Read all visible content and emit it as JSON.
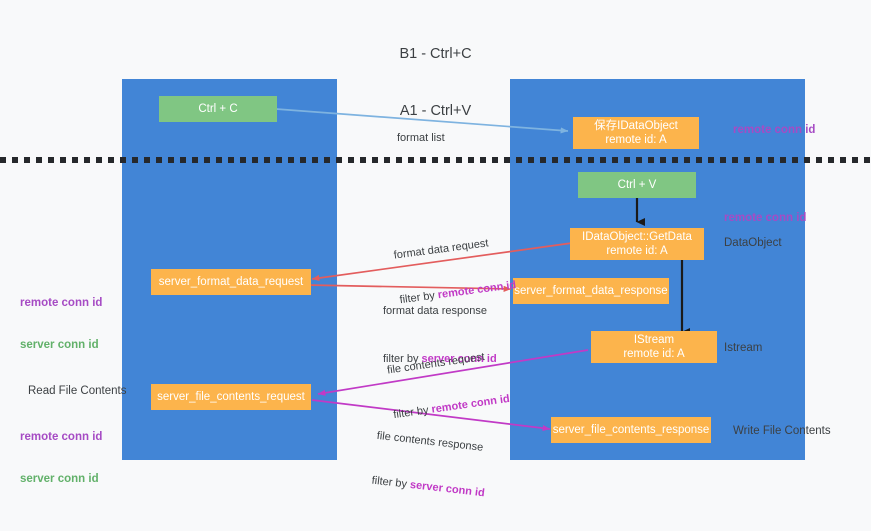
{
  "diagram": {
    "title_line1": "B1 - Ctrl+C",
    "title_line2": "A1 - Ctrl+V",
    "columns": [
      {
        "name": "B1",
        "role": "connection"
      },
      {
        "name": "A1",
        "role": "remote"
      }
    ],
    "colors": {
      "lane": "#4285d6",
      "green_box": "#80c683",
      "orange_box": "#fcb44c",
      "text_dark": "#3c4043",
      "purple_label": "#a64bc4",
      "green_label": "#62b16a",
      "highlight_magenta": "#c13ac6",
      "arrow_blue": "#7eb3e0",
      "arrow_red": "#e35d5d",
      "arrow_magenta": "#c13ac6",
      "arrow_black": "#1a1a1a",
      "background": "#f8f9fa",
      "divider": "#26282b"
    },
    "boxes": [
      {
        "id": "ctrl-c",
        "line1": "Ctrl + C",
        "line2": "",
        "kind": "green"
      },
      {
        "id": "save-dataobject",
        "line1": "保存IDataObject",
        "line2": "remote id: A",
        "kind": "orange"
      },
      {
        "id": "ctrl-v",
        "line1": "Ctrl + V",
        "line2": "",
        "kind": "green"
      },
      {
        "id": "getdata",
        "line1": "IDataObject::GetData",
        "line2": "remote id: A",
        "kind": "orange"
      },
      {
        "id": "server-format-data-request",
        "line1": "server_format_data_request",
        "line2": "",
        "kind": "orange"
      },
      {
        "id": "server-format-data-response",
        "line1": "server_format_data_response",
        "line2": "",
        "kind": "orange"
      },
      {
        "id": "istream",
        "line1": "IStream",
        "line2": "remote id: A",
        "kind": "orange"
      },
      {
        "id": "server-file-contents-request",
        "line1": "server_file_contents_request",
        "line2": "",
        "kind": "orange"
      },
      {
        "id": "server-file-contents-response",
        "line1": "server_file_contents_response",
        "line2": "",
        "kind": "orange"
      }
    ],
    "edge_labels": [
      {
        "id": "format-list",
        "line1_plain": "format list",
        "line2_plain": "",
        "line2_hi": ""
      },
      {
        "id": "format-data-request",
        "line1_plain": "format data request",
        "line2_plain": "filter by ",
        "line2_hi": "remote conn id"
      },
      {
        "id": "format-data-response",
        "line1_plain": "format data response",
        "line2_plain": "filter by ",
        "line2_hi": "server conn id"
      },
      {
        "id": "file-contents-request",
        "line1_plain": "file contents request",
        "line2_plain": "filter by ",
        "line2_hi": "remote conn id"
      },
      {
        "id": "file-contents-response",
        "line1_plain": "file contents response",
        "line2_plain": "filter by ",
        "line2_hi": "server conn id"
      }
    ],
    "right_notes": [
      {
        "id": "right-remote-conn-id-top",
        "text": "remote conn id"
      },
      {
        "id": "right-remote-conn-id-mid",
        "text": "remote conn id"
      },
      {
        "id": "right-dataobject",
        "text": "DataObject"
      },
      {
        "id": "right-istream",
        "text": "Istream"
      },
      {
        "id": "right-write-file-contents",
        "text": "Write File Contents"
      }
    ],
    "left_notes": [
      {
        "id": "left-remote-conn-id-mid",
        "text": "remote conn id"
      },
      {
        "id": "left-server-conn-id-mid",
        "text": "server conn id"
      },
      {
        "id": "left-read-file-contents",
        "text": "Read File Contents"
      },
      {
        "id": "left-remote-conn-id-bot",
        "text": "remote conn id"
      },
      {
        "id": "left-server-conn-id-bot",
        "text": "server conn id"
      }
    ]
  }
}
